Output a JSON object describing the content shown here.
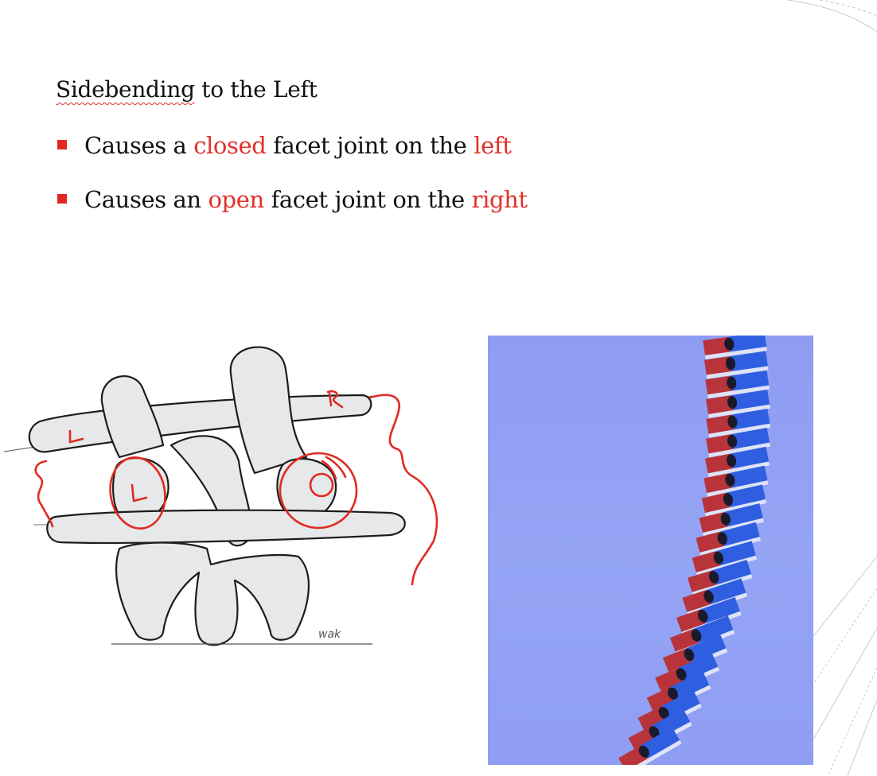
{
  "slide": {
    "title": "Sidebending to the Left",
    "bullets": [
      {
        "pre": "Causes a ",
        "hl1": "closed",
        "mid": " facet joint on the ",
        "hl2": "left"
      },
      {
        "pre": "Causes an ",
        "hl1": "open",
        "mid": " facet joint on the ",
        "hl2": "right"
      }
    ]
  },
  "figure_left": {
    "annotations": {
      "left_letter": "L",
      "left_letter_circle": "L",
      "right_letter": "R"
    },
    "signature": "wak"
  },
  "colors": {
    "accent_red": "#e2302a",
    "bullet_red": "#e1271f",
    "vertebra_fill": "#e7e9ea",
    "blue_panel": "#92a1f4"
  }
}
